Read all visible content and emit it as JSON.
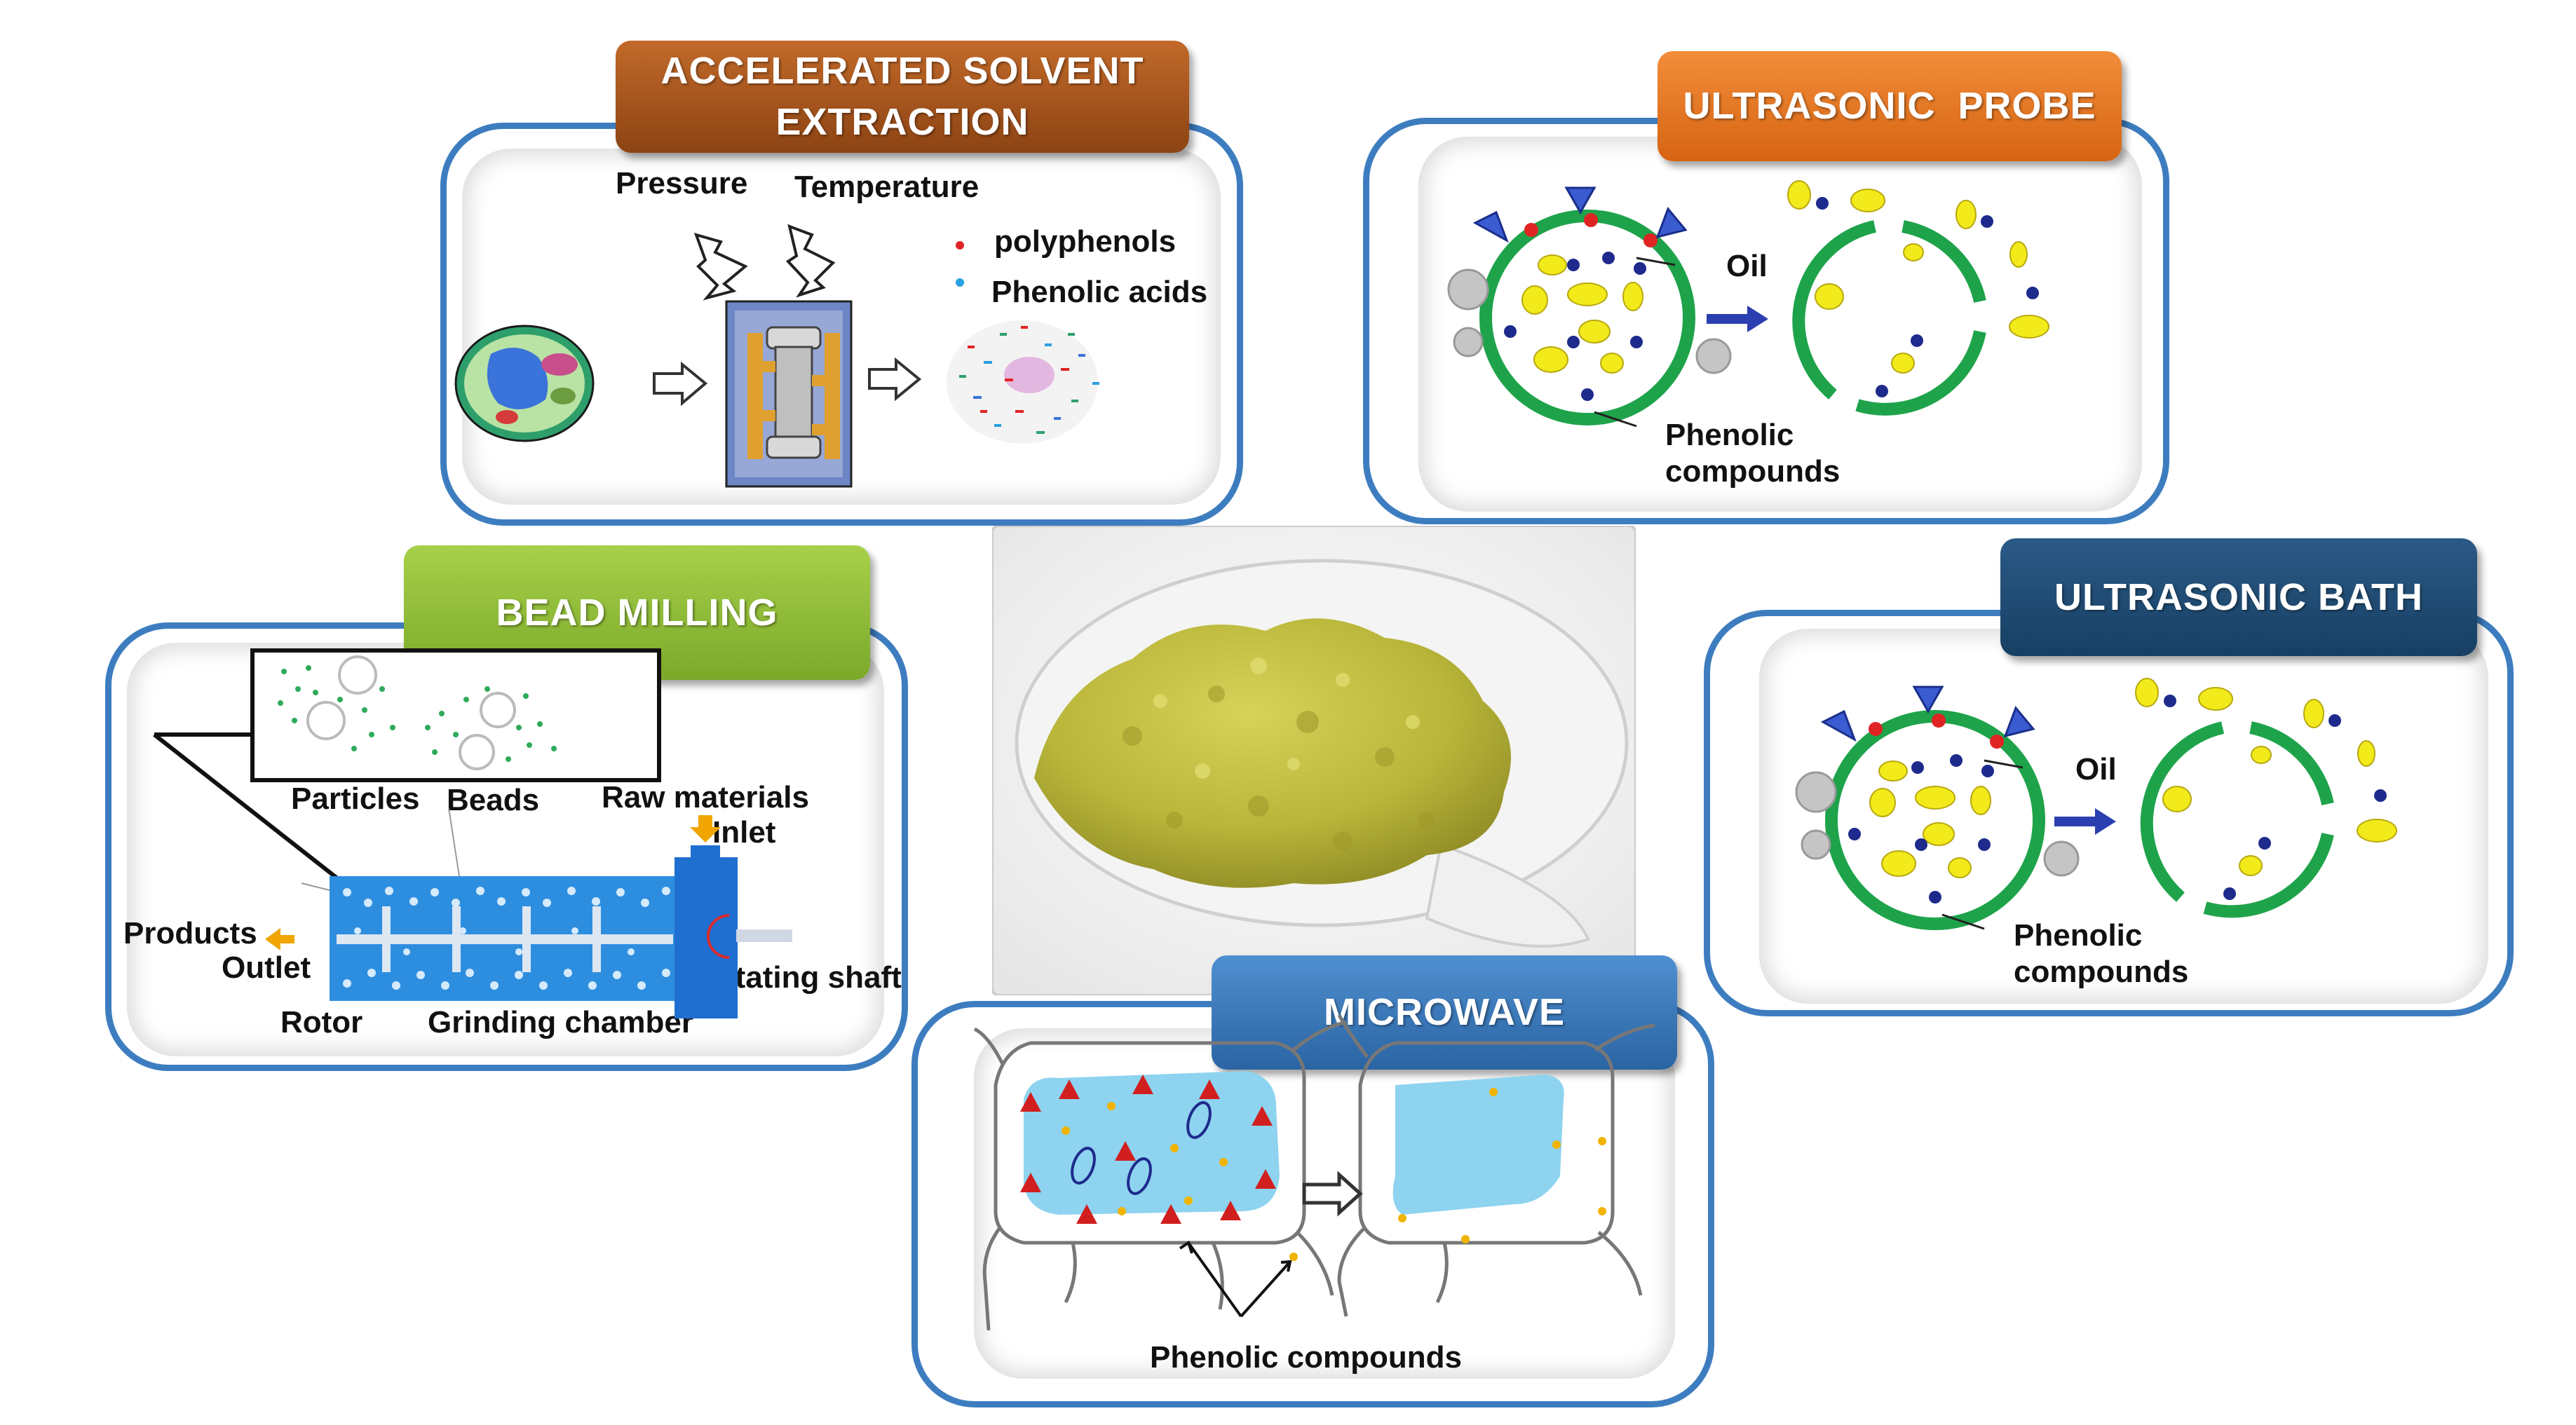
{
  "panels": {
    "ase": {
      "title": "ACCELERATED SOLVENT EXTRACTION",
      "title_line1": "ACCELERATED SOLVENT",
      "title_line2": "EXTRACTION",
      "label_pressure": "Pressure",
      "label_temperature": "Temperature",
      "legend_polyphenols": "polyphenols",
      "legend_phenolic_acids": "Phenolic acids"
    },
    "probe": {
      "title": "ULTRASONIC  PROBE",
      "label_oil": "Oil",
      "label_phenolic": "Phenolic",
      "label_compounds": "compounds"
    },
    "bead": {
      "title": "BEAD MILLING",
      "label_particles": "Particles",
      "label_beads": "Beads",
      "label_raw_materials": "Raw materials",
      "label_inlet": "Inlet",
      "label_products": "Products",
      "label_outlet": "Outlet",
      "label_rotating_shaft": "Rotating shaft",
      "label_rotor": "Rotor",
      "label_grinding_chamber": "Grinding chamber"
    },
    "bath": {
      "title": "ULTRASONIC BATH",
      "label_oil": "Oil",
      "label_phenolic": "Phenolic",
      "label_compounds": "compounds"
    },
    "micro": {
      "title": "MICROWAVE",
      "label_phenolic_compounds": "Phenolic compounds"
    }
  },
  "colors": {
    "panel_border": "#3d7dbf",
    "ase_banner": "#a4521d",
    "probe_banner": "#e8772a",
    "bead_banner": "#8fbf36",
    "bath_banner": "#1f4d78",
    "micro_banner": "#3a78bd",
    "cell_wall_green": "#1ea34a",
    "oil_yellow": "#f2ea1b",
    "phenolic_navy": "#1e2a8c",
    "powder_yellow": "#b9b63a"
  },
  "icons": [
    "lightning-icon",
    "arrow-right-icon",
    "plant-cell-icon",
    "extraction-cell-icon",
    "rotation-arrow-icon",
    "inlet-arrow-icon",
    "outlet-arrow-icon"
  ]
}
